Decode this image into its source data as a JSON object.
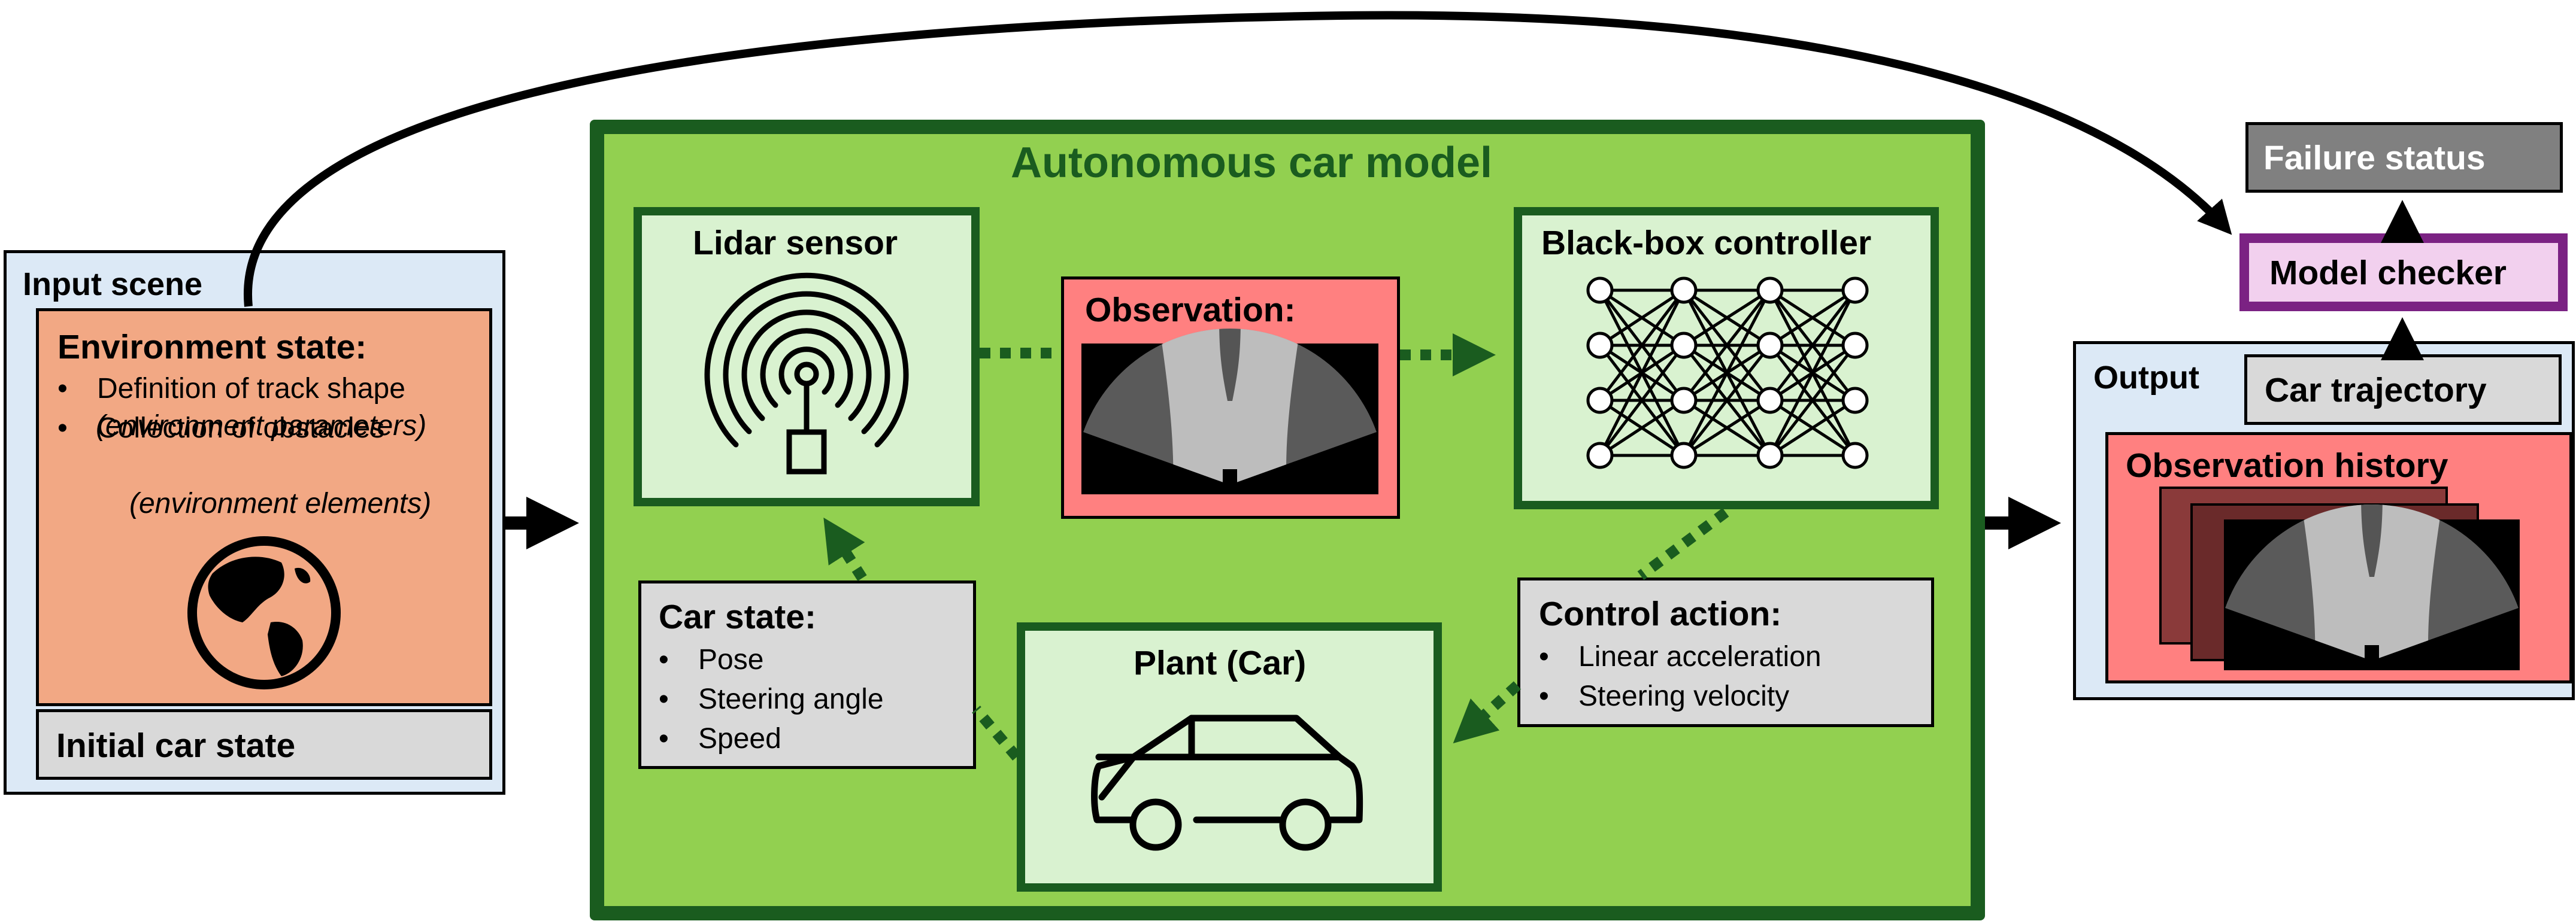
{
  "colors": {
    "input_bg": "#dce9f6",
    "env_bg": "#f2a884",
    "model_bg": "#92d050",
    "model_border": "#1a5c1f",
    "inner_bg": "#d9f2d0",
    "observation_bg": "#ff8080",
    "gray_box": "#d9d9d9",
    "failure_bg": "#808080",
    "checker_border": "#7b2283",
    "checker_bg": "#f2d0ee",
    "model_title": "#1a5c1f"
  },
  "icons": [
    "antenna-icon",
    "neural-network-icon",
    "car-icon",
    "globe-icon",
    "lidar-scan-image"
  ],
  "input_scene": {
    "title": "Input scene",
    "environment_state": {
      "title": "Environment state:",
      "items": [
        {
          "text": "Definition of track shape",
          "note": "(environment parameters)"
        },
        {
          "text": "Collection of obstacles",
          "note": "(environment elements)"
        }
      ]
    },
    "initial_car_state": "Initial car state"
  },
  "model": {
    "title": "Autonomous car model",
    "lidar": "Lidar sensor",
    "observation": "Observation:",
    "controller": "Black-box controller",
    "car_state": {
      "title": "Car state:",
      "items": [
        "Pose",
        "Steering angle",
        "Speed"
      ]
    },
    "plant": "Plant (Car)",
    "control_action": {
      "title": "Control action:",
      "items": [
        "Linear acceleration",
        "Steering velocity"
      ]
    }
  },
  "output": {
    "title": "Output",
    "car_trajectory": "Car trajectory",
    "observation_history": "Observation history"
  },
  "model_checker": "Model checker",
  "failure_status": "Failure status"
}
